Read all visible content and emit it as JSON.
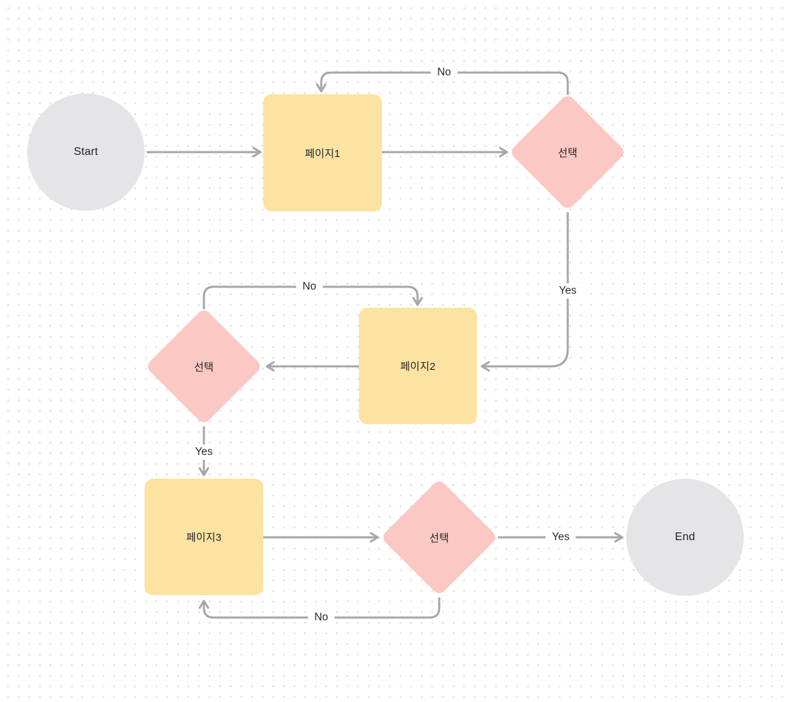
{
  "nodes": {
    "start": {
      "label": "Start",
      "type": "terminal"
    },
    "page1": {
      "label": "페이지1",
      "type": "process"
    },
    "decision1": {
      "label": "선택",
      "type": "decision"
    },
    "page2": {
      "label": "페이지2",
      "type": "process"
    },
    "decision2": {
      "label": "선택",
      "type": "decision"
    },
    "page3": {
      "label": "페이지3",
      "type": "process"
    },
    "decision3": {
      "label": "선택",
      "type": "decision"
    },
    "end": {
      "label": "End",
      "type": "terminal"
    }
  },
  "edges": {
    "decision1_no": {
      "label": "No"
    },
    "decision1_yes": {
      "label": "Yes"
    },
    "decision2_no": {
      "label": "No"
    },
    "decision2_yes": {
      "label": "Yes"
    },
    "decision3_yes": {
      "label": "Yes"
    },
    "decision3_no": {
      "label": "No"
    }
  },
  "colors": {
    "process_fill": "#fce3a1",
    "decision_fill": "#fbc8c3",
    "terminal_fill": "#e5e4e6",
    "connector": "#a7a7aa",
    "text": "#222228",
    "canvas_background": "#ffffff",
    "grid_dot": "#d9d9dc"
  }
}
